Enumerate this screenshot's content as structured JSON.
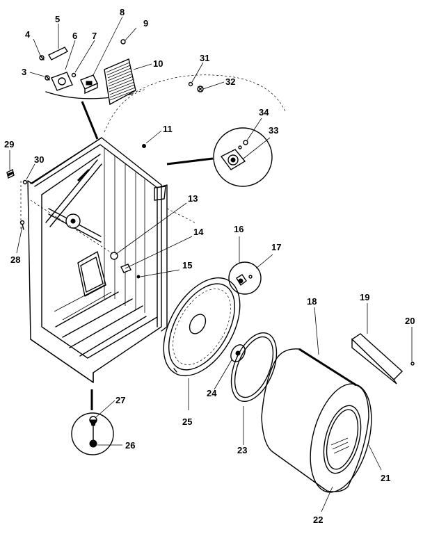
{
  "callouts": [
    {
      "id": "c1",
      "label": "4"
    },
    {
      "id": "c2",
      "label": "5"
    },
    {
      "id": "c3",
      "label": "6"
    },
    {
      "id": "c4",
      "label": "7"
    },
    {
      "id": "c5",
      "label": "8"
    },
    {
      "id": "c6",
      "label": "9"
    },
    {
      "id": "c7",
      "label": "3"
    },
    {
      "id": "c8",
      "label": "10"
    },
    {
      "id": "c9",
      "label": "31"
    },
    {
      "id": "c10",
      "label": "32"
    },
    {
      "id": "c11",
      "label": "11"
    },
    {
      "id": "c12",
      "label": "34"
    },
    {
      "id": "c13",
      "label": "33"
    },
    {
      "id": "c14",
      "label": "29"
    },
    {
      "id": "c15",
      "label": "30"
    },
    {
      "id": "c16",
      "label": "13"
    },
    {
      "id": "c17",
      "label": "14"
    },
    {
      "id": "c18",
      "label": "15"
    },
    {
      "id": "c19",
      "label": "16"
    },
    {
      "id": "c20",
      "label": "17"
    },
    {
      "id": "c21",
      "label": "28"
    },
    {
      "id": "c22",
      "label": "18"
    },
    {
      "id": "c23",
      "label": "19"
    },
    {
      "id": "c24",
      "label": "20"
    },
    {
      "id": "c25",
      "label": "27"
    },
    {
      "id": "c26",
      "label": "26"
    },
    {
      "id": "c27",
      "label": "25"
    },
    {
      "id": "c28",
      "label": "24"
    },
    {
      "id": "c29",
      "label": "23"
    },
    {
      "id": "c30",
      "label": "21"
    },
    {
      "id": "c31",
      "label": "22"
    }
  ]
}
